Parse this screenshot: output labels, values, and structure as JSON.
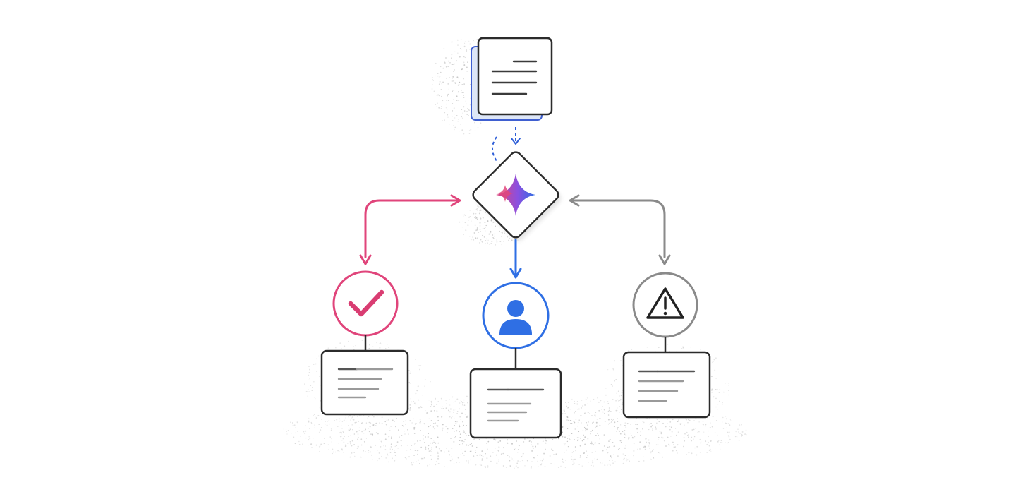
{
  "colors": {
    "background": "#ffffff",
    "outline": "#2b2b2b",
    "pink": "#e0457b",
    "blue": "#2f6fe4",
    "gray": "#8a8a8a",
    "doc_back_fill": "#dde6f7",
    "doc_lines": "#3a3a3a",
    "card_line_dark": "#555555",
    "card_line_light": "#9a9a9a",
    "stipple": "#9c9c9c"
  },
  "nodes": {
    "source_documents": {
      "icon": "stacked-documents-icon"
    },
    "ai_hub": {
      "icon": "sparkle-icon"
    },
    "approve": {
      "icon": "checkmark-icon"
    },
    "human_review": {
      "icon": "person-icon"
    },
    "warning": {
      "icon": "warning-triangle-icon"
    }
  },
  "connections": [
    {
      "from": "source_documents",
      "to": "ai_hub",
      "style": "dashed",
      "color": "blue"
    },
    {
      "from": "ai_hub",
      "to": "approve",
      "style": "bidirectional",
      "color": "pink"
    },
    {
      "from": "ai_hub",
      "to": "human_review",
      "style": "solid",
      "color": "blue"
    },
    {
      "from": "ai_hub",
      "to": "warning",
      "style": "bidirectional",
      "color": "gray"
    }
  ]
}
